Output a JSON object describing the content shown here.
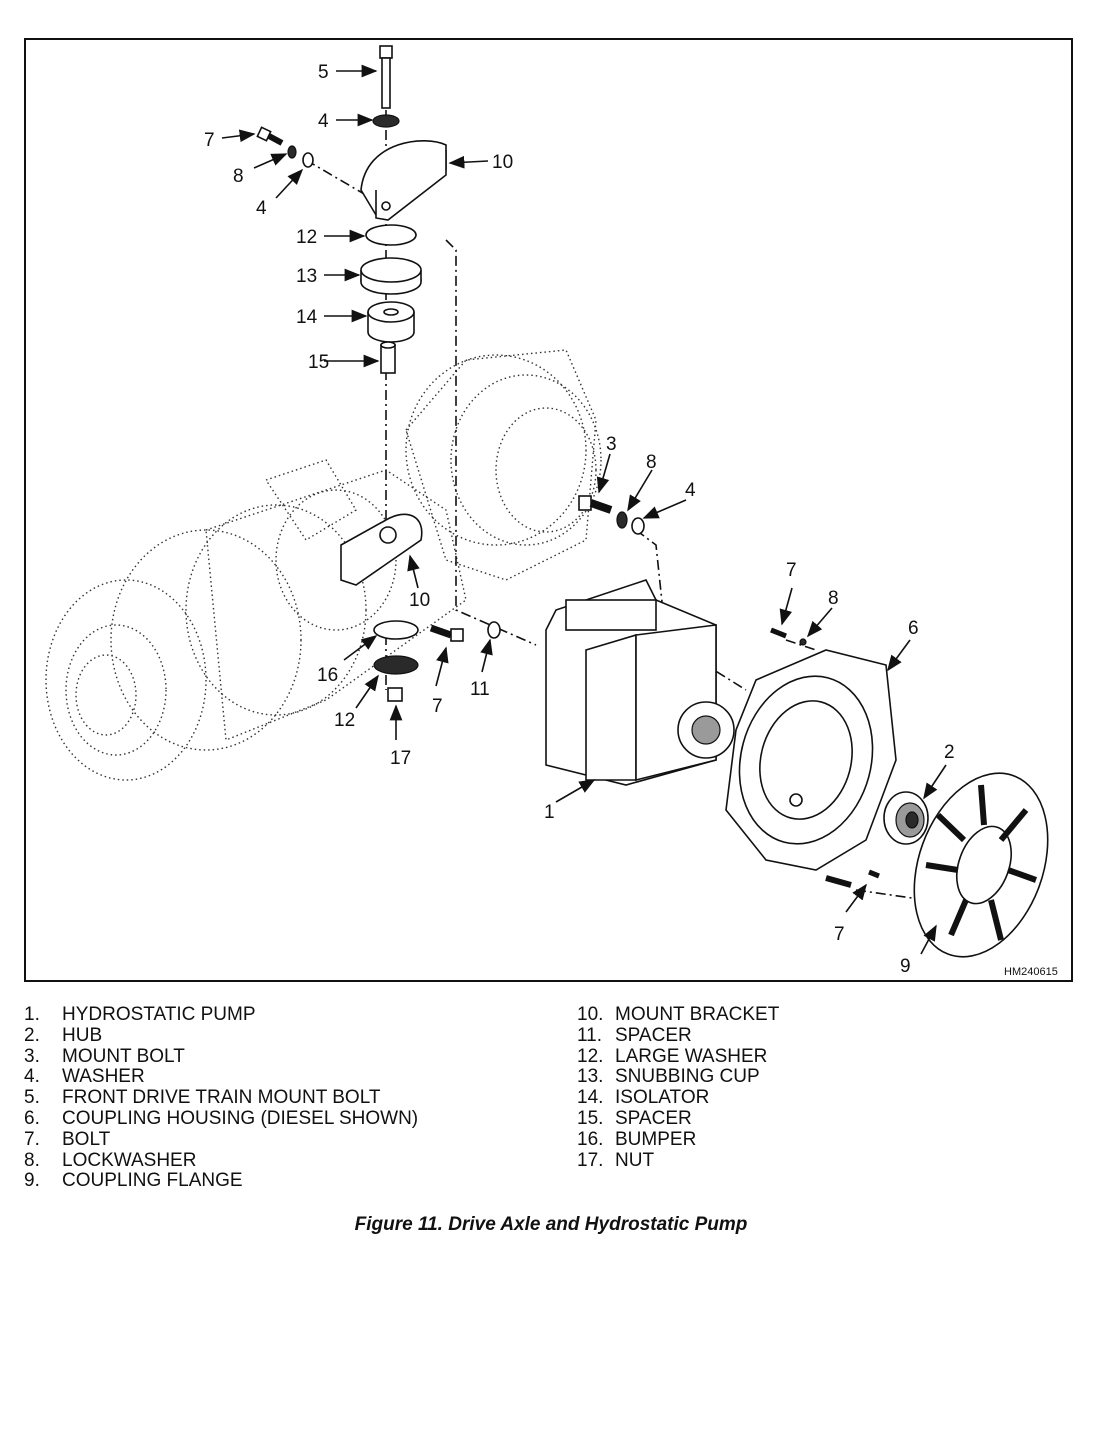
{
  "figure": {
    "drawing_id": "HM240615",
    "callouts": [
      {
        "id": "c5",
        "label": "5"
      },
      {
        "id": "c4a",
        "label": "4"
      },
      {
        "id": "c7a",
        "label": "7"
      },
      {
        "id": "c8a",
        "label": "8"
      },
      {
        "id": "c4b",
        "label": "4"
      },
      {
        "id": "c10a",
        "label": "10"
      },
      {
        "id": "c12a",
        "label": "12"
      },
      {
        "id": "c13",
        "label": "13"
      },
      {
        "id": "c14",
        "label": "14"
      },
      {
        "id": "c15",
        "label": "15"
      },
      {
        "id": "c3",
        "label": "3"
      },
      {
        "id": "c8b",
        "label": "8"
      },
      {
        "id": "c4c",
        "label": "4"
      },
      {
        "id": "c10b",
        "label": "10"
      },
      {
        "id": "c7b",
        "label": "7"
      },
      {
        "id": "c8c",
        "label": "8"
      },
      {
        "id": "c6",
        "label": "6"
      },
      {
        "id": "c16",
        "label": "16"
      },
      {
        "id": "c11",
        "label": "11"
      },
      {
        "id": "c7c",
        "label": "7"
      },
      {
        "id": "c12b",
        "label": "12"
      },
      {
        "id": "c17",
        "label": "17"
      },
      {
        "id": "c2",
        "label": "2"
      },
      {
        "id": "c1",
        "label": "1"
      },
      {
        "id": "c7d",
        "label": "7"
      },
      {
        "id": "c9",
        "label": "9"
      }
    ]
  },
  "legend": {
    "left": [
      {
        "num": "1.",
        "text": "HYDROSTATIC PUMP"
      },
      {
        "num": "2.",
        "text": "HUB"
      },
      {
        "num": "3.",
        "text": "MOUNT BOLT"
      },
      {
        "num": "4.",
        "text": "WASHER"
      },
      {
        "num": "5.",
        "text": "FRONT DRIVE TRAIN MOUNT BOLT"
      },
      {
        "num": "6.",
        "text": "COUPLING HOUSING (DIESEL SHOWN)"
      },
      {
        "num": "7.",
        "text": "BOLT"
      },
      {
        "num": "8.",
        "text": "LOCKWASHER"
      },
      {
        "num": "9.",
        "text": "COUPLING FLANGE"
      }
    ],
    "right": [
      {
        "num": "10.",
        "text": "MOUNT BRACKET"
      },
      {
        "num": "11.",
        "text": "SPACER"
      },
      {
        "num": "12.",
        "text": "LARGE WASHER"
      },
      {
        "num": "13.",
        "text": "SNUBBING CUP"
      },
      {
        "num": "14.",
        "text": "ISOLATOR"
      },
      {
        "num": "15.",
        "text": "SPACER"
      },
      {
        "num": "16.",
        "text": "BUMPER"
      },
      {
        "num": "17.",
        "text": "NUT"
      }
    ]
  },
  "caption": "Figure 11.  Drive Axle and Hydrostatic Pump"
}
